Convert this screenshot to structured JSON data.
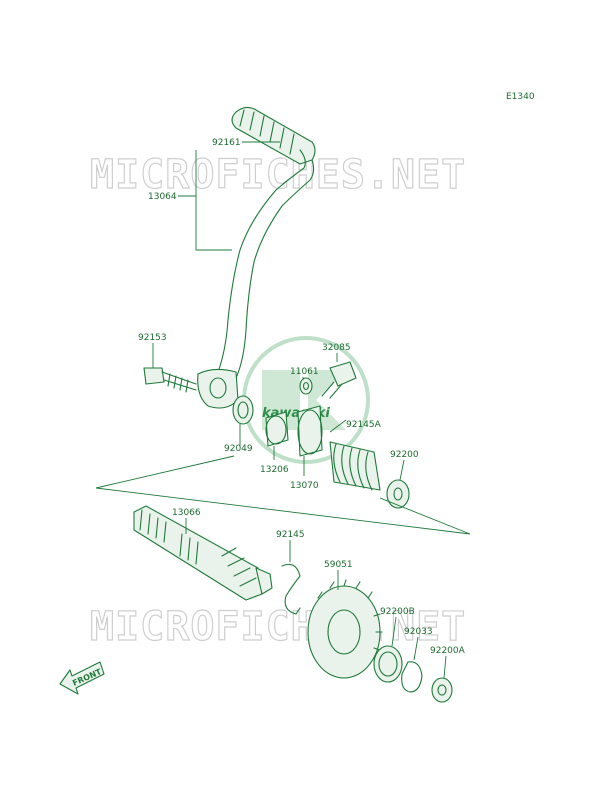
{
  "diagram_code": "E1340",
  "watermark_text": "MICROFICHES.NET",
  "brand_text": "kawasaki",
  "direction_label": "FRONT",
  "colors": {
    "line": "#1f7a3a",
    "label": "#1e6b30",
    "watermark": "#cfcfcf",
    "logo": "#bfe0c8"
  },
  "part_numbers": {
    "p92161": "92161",
    "p13064": "13064",
    "p92153": "92153",
    "p32085": "32085",
    "p11061": "11061",
    "p92145A": "92145A",
    "p92049": "92049",
    "p13206": "13206",
    "p13070": "13070",
    "p92200": "92200",
    "p13066": "13066",
    "p92145": "92145",
    "p59051": "59051",
    "p92200B": "92200B",
    "p92033": "92033",
    "p92200A": "92200A"
  }
}
